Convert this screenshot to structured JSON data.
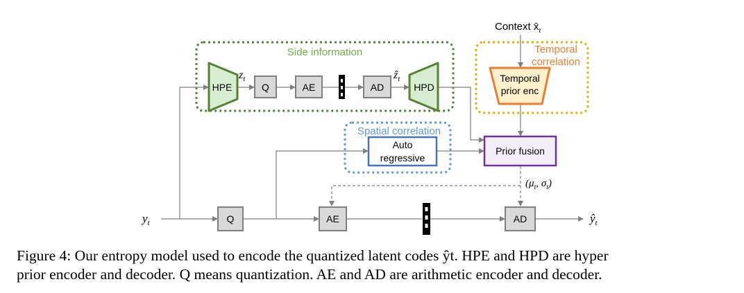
{
  "diagram": {
    "groups": {
      "side_information": "Side information",
      "temporal_correlation_line1": "Temporal",
      "temporal_correlation_line2": "correlation",
      "spatial_correlation": "Spatial correlation"
    },
    "nodes": {
      "hpe": "HPE",
      "hpd": "HPD",
      "q_side": "Q",
      "ae_side": "AE",
      "ad_side": "AD",
      "temporal_prior_line1": "Temporal",
      "temporal_prior_line2": "prior enc",
      "auto_regressive_line1": "Auto",
      "auto_regressive_line2": "regressive",
      "prior_fusion": "Prior fusion",
      "q_main": "Q",
      "ae_main": "AE",
      "ad_main": "AD"
    },
    "labels": {
      "context": "Context x̄",
      "context_sub": "t",
      "z_t": "z",
      "z_t_sub": "t",
      "z_hat": "ẑ",
      "z_hat_sub": "t",
      "y_t": "y",
      "y_t_sub": "t",
      "y_hat": "ŷ",
      "y_hat_sub": "t",
      "params": "(μ",
      "params_sub1": "t",
      "params_mid": ", σ",
      "params_sub2": "t",
      "params_end": ")"
    },
    "colors": {
      "side_info_green": "#548235",
      "hp_fill": "#d7ecd0",
      "temporal_orange": "#ed7d31",
      "temporal_yellow": "#e0b000",
      "temporal_fill": "#fff1cc",
      "spatial_blue": "#5b9bd5",
      "auto_blue": "#4472c4",
      "fusion_purple": "#7030a0",
      "fusion_fill": "#f3eef8",
      "gray_fill": "#d9d9d9",
      "gray_stroke": "#7f7f7f"
    }
  },
  "caption": {
    "line1": "Figure 4: Our entropy model used to encode the quantized latent codes ŷt. HPE and HPD are hyper",
    "line2": "prior encoder and decoder. Q means quantization. AE and AD are arithmetic encoder and decoder."
  }
}
